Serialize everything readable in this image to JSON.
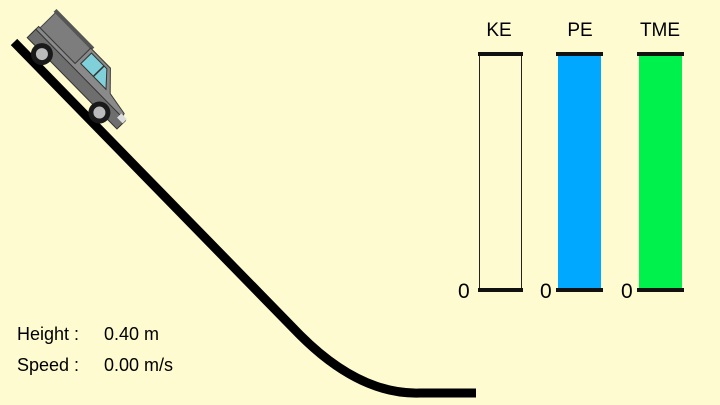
{
  "readouts": {
    "height_label": "Height :",
    "height_value": "0.40 m",
    "speed_label": "Speed :",
    "speed_value": "0.00 m/s"
  },
  "bars": [
    {
      "label": "KE",
      "zero": "0",
      "fill_fraction": 0.0,
      "color": "#fdfbcf"
    },
    {
      "label": "PE",
      "zero": "0",
      "fill_fraction": 1.0,
      "color": "#00a8ff"
    },
    {
      "label": "TME",
      "zero": "0",
      "fill_fraction": 1.0,
      "color": "#00f04c"
    }
  ],
  "colors": {
    "background": "#fdfbcf",
    "track": "#000000",
    "truck_body": "#8a8a8a"
  },
  "icons": {
    "vehicle": "pickup-truck-icon"
  }
}
